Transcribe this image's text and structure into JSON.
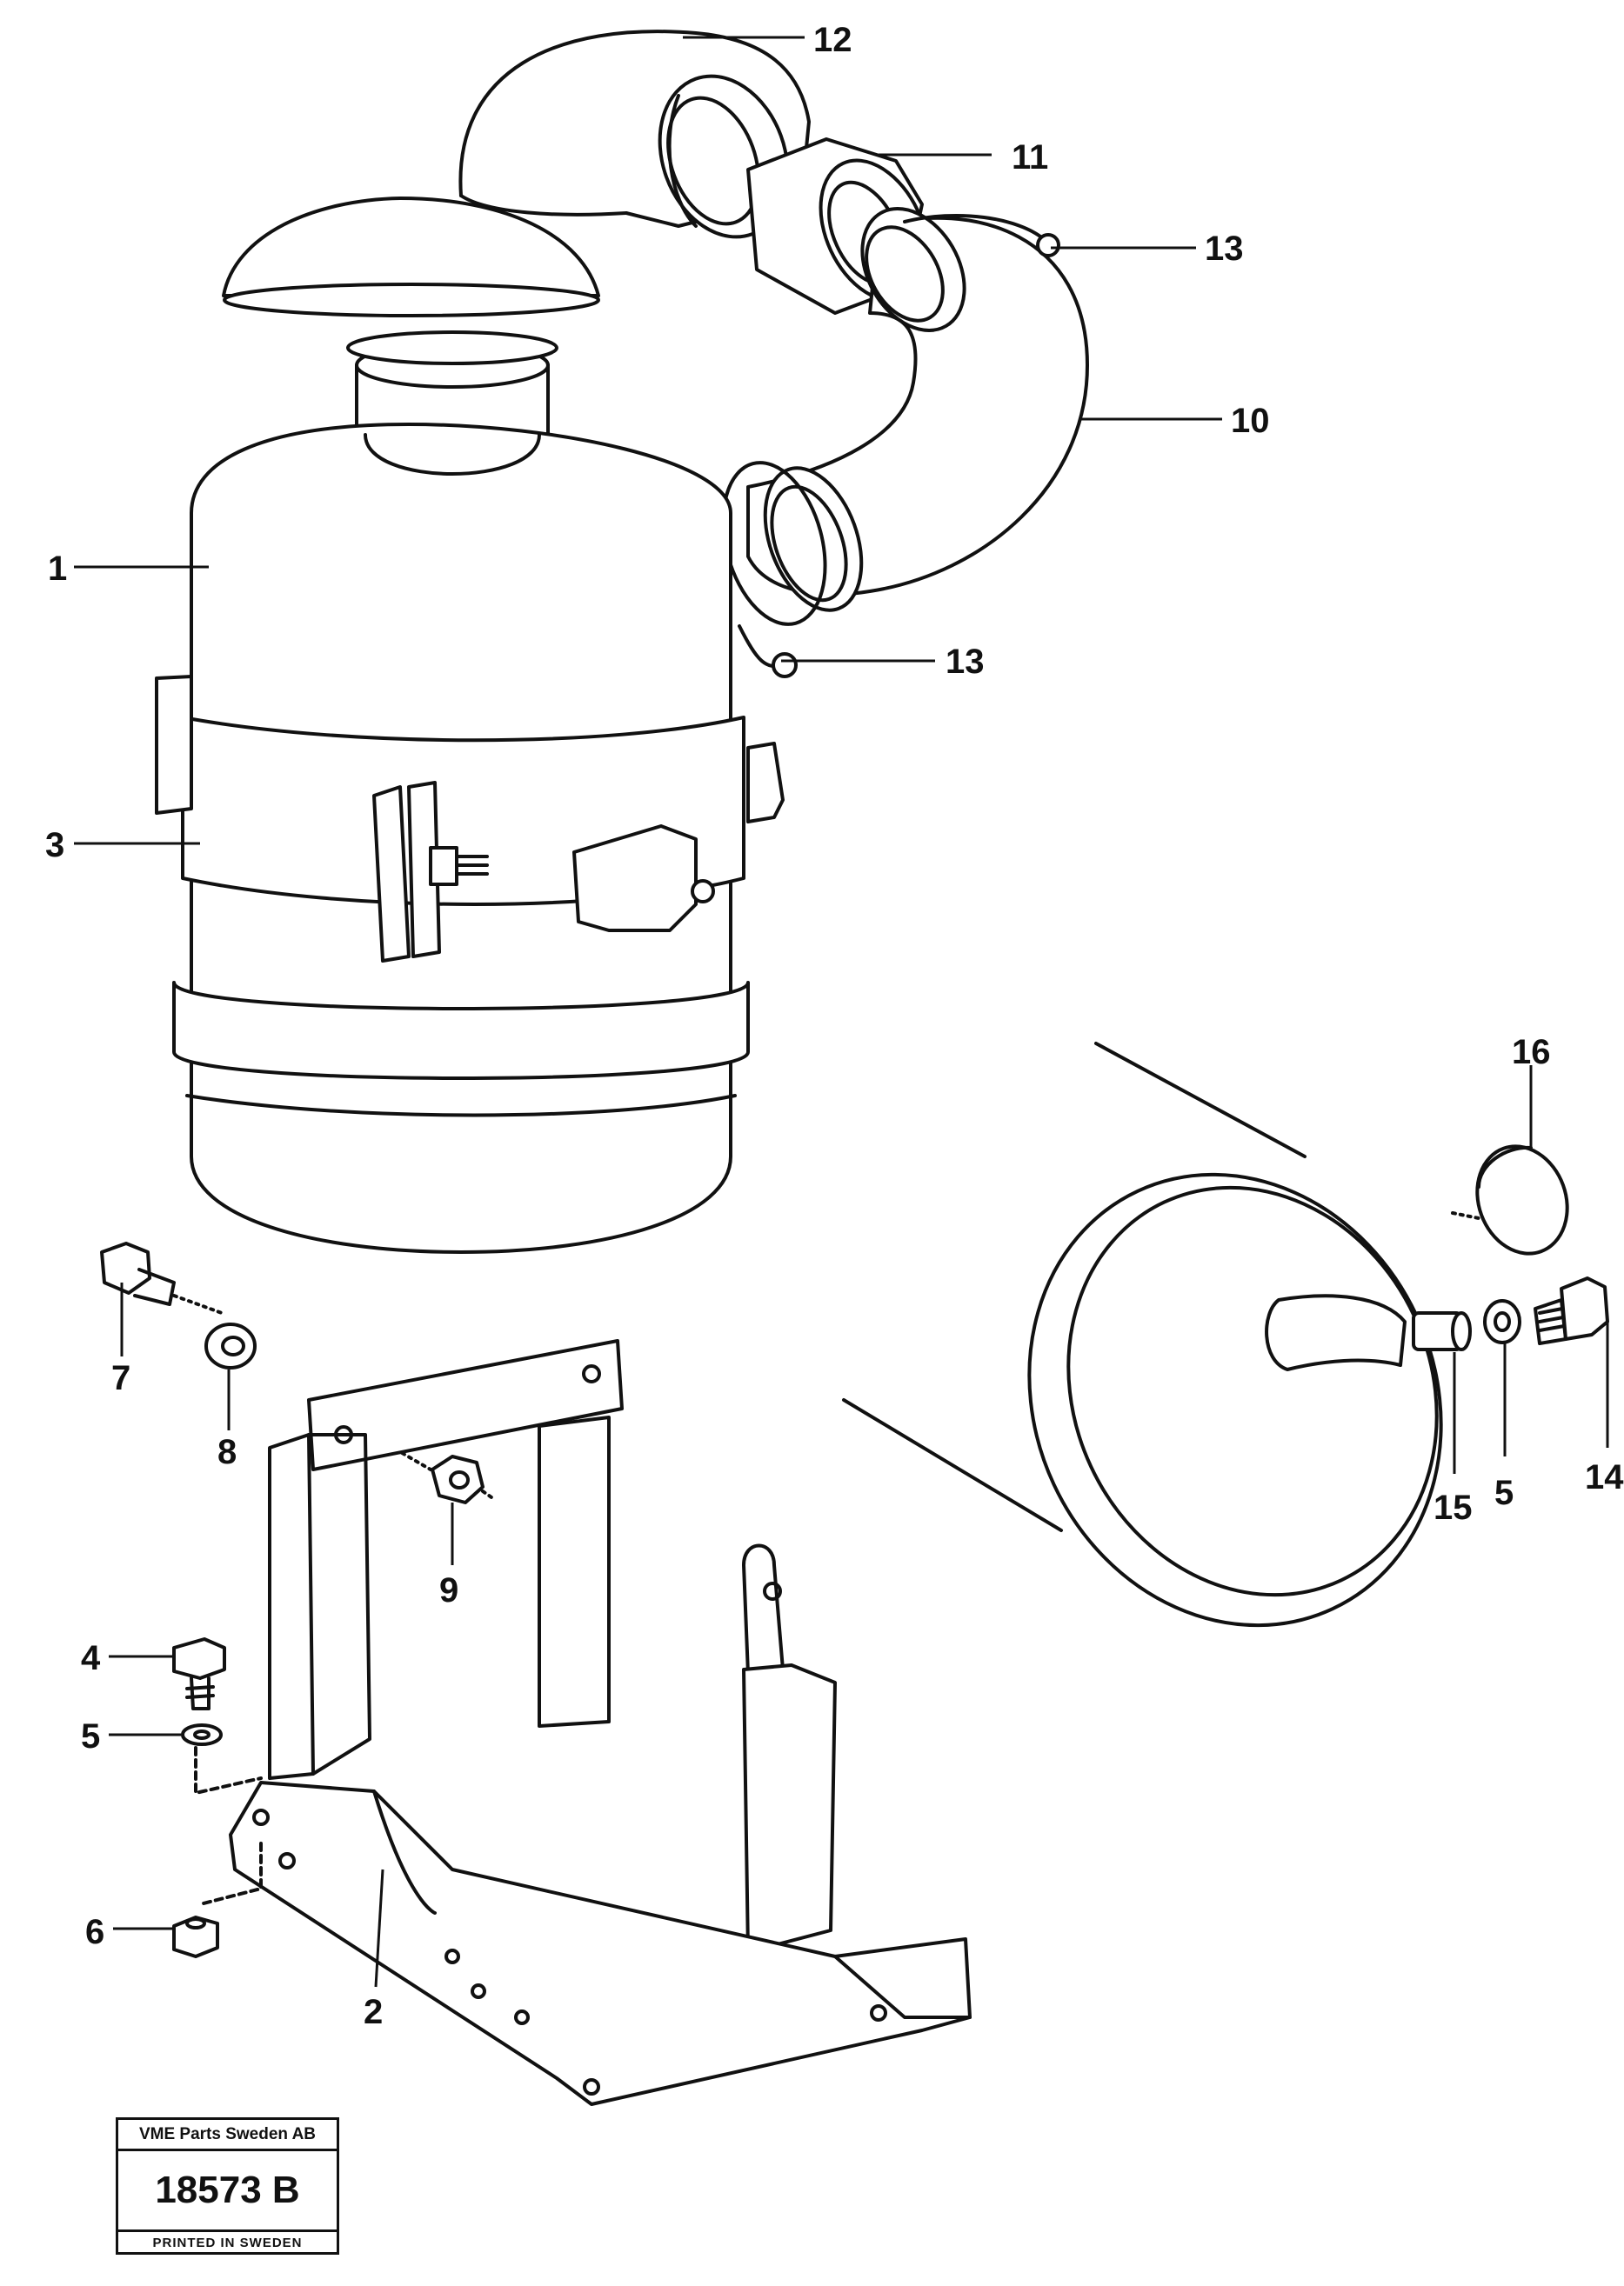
{
  "callouts": [
    {
      "id": "c12",
      "label": "12"
    },
    {
      "id": "c11",
      "label": "11"
    },
    {
      "id": "c13a",
      "label": "13"
    },
    {
      "id": "c10",
      "label": "10"
    },
    {
      "id": "c1",
      "label": "1"
    },
    {
      "id": "c13b",
      "label": "13"
    },
    {
      "id": "c3",
      "label": "3"
    },
    {
      "id": "c16",
      "label": "16"
    },
    {
      "id": "c7",
      "label": "7"
    },
    {
      "id": "c8",
      "label": "8"
    },
    {
      "id": "c15",
      "label": "15"
    },
    {
      "id": "c5a",
      "label": "5"
    },
    {
      "id": "c14",
      "label": "14"
    },
    {
      "id": "c9",
      "label": "9"
    },
    {
      "id": "c4",
      "label": "4"
    },
    {
      "id": "c5b",
      "label": "5"
    },
    {
      "id": "c6",
      "label": "6"
    },
    {
      "id": "c2",
      "label": "2"
    }
  ],
  "stamp": {
    "company": "VME Parts Sweden AB",
    "number": "18573 B",
    "printed": "PRINTED IN SWEDEN"
  },
  "colors": {
    "line": "#111111",
    "background": "#ffffff"
  }
}
